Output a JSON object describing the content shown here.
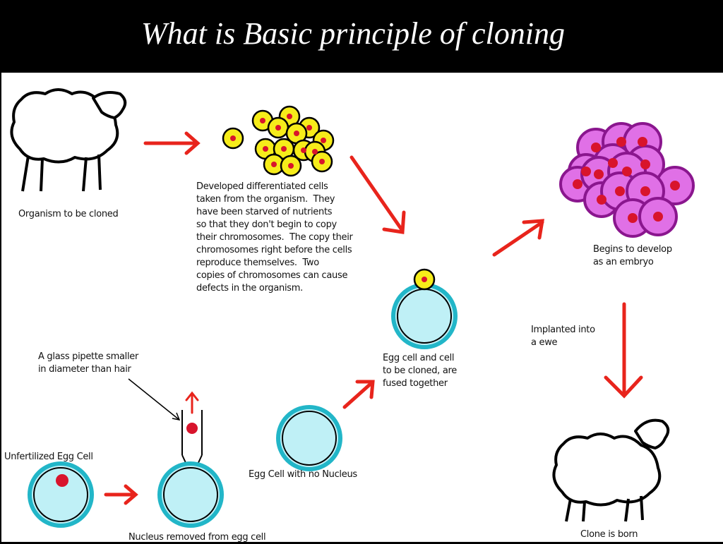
{
  "title": "What is Basic principle of cloning",
  "labels": {
    "organism": "Organism to be cloned",
    "differentiated_cells": "Developed differentiated cells\ntaken from the organism.  They\nhave been starved of nutrients\nso that they don't begin to copy\ntheir chromosomes.  The copy their\nchromosomes right before the cells\nreproduce themselves.  Two\ncopies of chromosomes can cause\ndefects in the organism.",
    "fused": "Egg cell and cell\nto be cloned, are\nfused together",
    "embryo": "Begins to develop\nas an embryo",
    "implanted": "Implanted into\na ewe",
    "pipette": "A glass pipette smaller\nin diameter than hair",
    "unfertilized": "Unfertilized Egg Cell",
    "no_nucleus": "Egg Cell with no Nucleus",
    "nucleus_removed": "Nucleus removed from egg cell",
    "clone_born": "Clone is born"
  },
  "colors": {
    "arrow": "#e8241c",
    "egg_fill": "#bff0f6",
    "egg_ring": "#22b6c8",
    "nucleus": "#d8142c",
    "cell_yellow": "#f6ec1a",
    "cell_magenta": "#e070e6",
    "cell_magenta_ring": "#8a168e"
  }
}
